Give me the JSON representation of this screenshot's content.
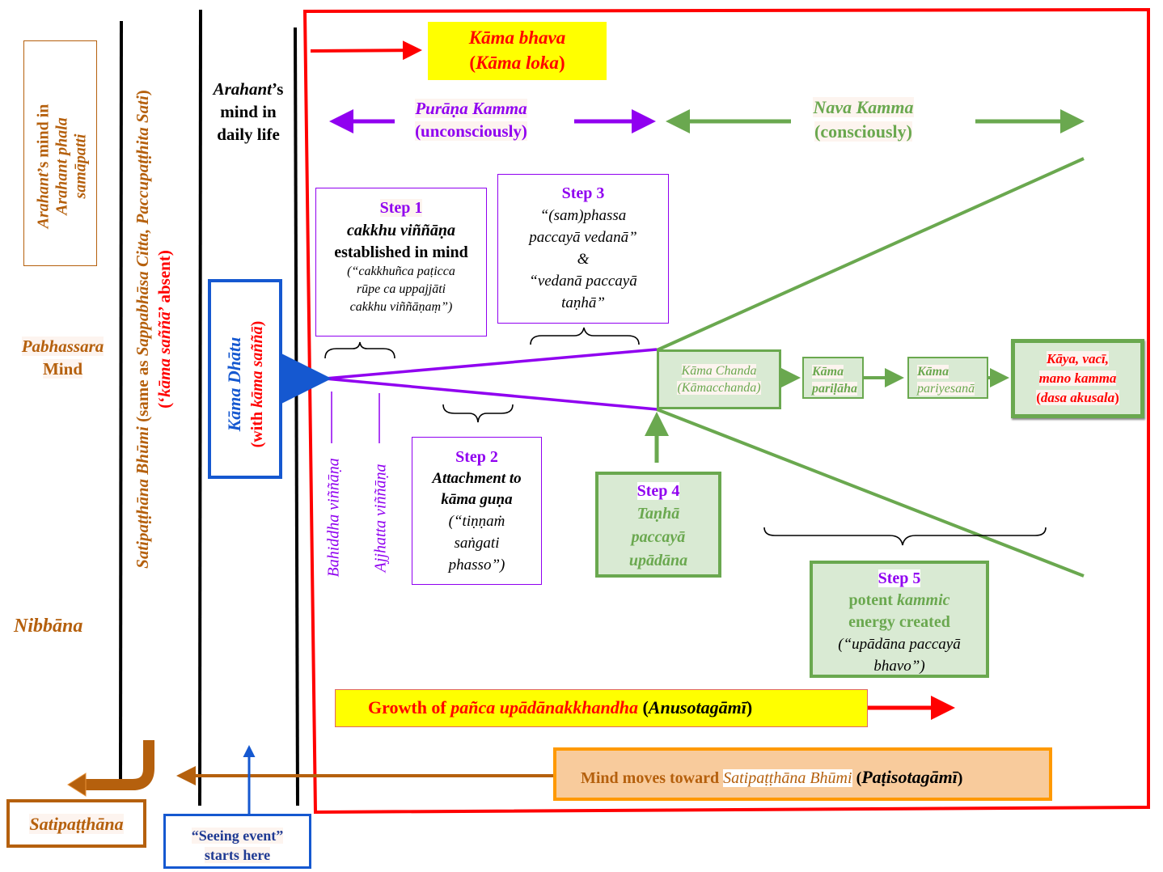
{
  "columns": {
    "arahant_phala": {
      "line1_italic": "Arahant",
      "line1_rest": "’s mind in",
      "line2": "Arahant phala",
      "line3": "samāpatti"
    },
    "pabhassara": {
      "word1": "Pabhassara",
      "word2": "Mind"
    },
    "nibbana": "Nibbāna",
    "satipatthana_bhumi": {
      "main_italic": "Satipaṭṭhāna Bhūmi",
      "main_rest_1": " (same as ",
      "main_italic_2": "Sappabhāsa Citta, Paccupaṭṭhita Sati",
      "main_rest_2": ")",
      "sub_open": "(‘",
      "sub_italic": "kāma saññā",
      "sub_close": "’ absent)"
    },
    "arahant_daily": {
      "italic": "Arahant",
      "rest": "’s",
      "line2": "mind in",
      "line3": "daily life"
    },
    "kama_dhatu": {
      "title": "Kāma Dhātu",
      "sub_open": "(with ",
      "sub_italic": "kāma saññā",
      "sub_close": ")"
    }
  },
  "header": {
    "kama_bhava": {
      "line1": "Kāma bhava",
      "line2_open": "(",
      "line2_italic": "Kāma loka",
      "line2_close": ")"
    },
    "purana_kamma": {
      "title": "Purāṇa Kamma",
      "sub": "(unconsciously)"
    },
    "nava_kamma": {
      "title": "Nava Kamma",
      "sub": "(consciously)"
    }
  },
  "steps": {
    "step1": {
      "label": "Step 1",
      "italic": "cakkhu viññāṇa",
      "line2": "established in mind",
      "quote": [
        "(“cakkhuñca paṭicca",
        "rūpe ca uppajjāti",
        "cakkhu viññāṇaṃ”)"
      ]
    },
    "step2": {
      "label": "Step 2",
      "line1": "Attachment to",
      "line2": "kāma guṇa",
      "quote": [
        "(“tiṇṇaṁ",
        "saṅgati",
        "phasso”)"
      ]
    },
    "step3": {
      "label": "Step 3",
      "lines": [
        "“(sam)phassa",
        "paccayā vedanā”",
        "&",
        "“vedanā paccayā",
        "taṇhā”"
      ]
    },
    "step4": {
      "label": "Step 4",
      "lines": [
        "Taṇhā",
        "paccayā",
        "upādāna"
      ]
    },
    "step5": {
      "label": "Step 5",
      "line1_plain": "potent ",
      "line1_italic": "kammic",
      "line2": "energy created",
      "quote": [
        "(“upādāna paccayā",
        "bhavo”)"
      ]
    }
  },
  "vinnana": {
    "bahiddha": "Bahiddha viññāṇa",
    "ajjhatta": "Ajjhatta viññāṇa"
  },
  "chain": {
    "kama_chanda": {
      "line1": "Kāma Chanda",
      "line2": "(Kāmacchanda)"
    },
    "kama_parilaha": {
      "line1": "Kāma",
      "line2": "pariḷāha"
    },
    "kama_pariyesana": {
      "line1": "Kāma",
      "line2": "pariyesanā"
    },
    "kamma": {
      "line1": "Kāya, vacī,",
      "line2": "mano kamma",
      "line3_open": "(",
      "line3_italic": "dasa akusala",
      "line3_close": ")"
    }
  },
  "bottom": {
    "growth": {
      "plain": "Growth of ",
      "italic": "pañca upādānakkhandha",
      "open": " (",
      "italic2": "Anusotagāmī",
      "close": ")"
    },
    "mind_moves": {
      "plain": "Mind moves toward ",
      "italic": "Satipaṭṭhāna Bhūmi",
      "open": " (",
      "italic2": "Paṭisotagāmī",
      "close": ")"
    },
    "satipatthana": "Satipaṭṭhāna",
    "seeing_event": {
      "line1": "“Seeing event”",
      "line2": "starts here"
    }
  },
  "colors": {
    "red": "#ff0000",
    "purple": "#9000f0",
    "green": "#6aa84f",
    "green_fill": "#d9ead3",
    "brown": "#b5600d",
    "blue": "#1558d0",
    "yellow": "#ffff00",
    "orange_fill": "#f8cb9c",
    "orange_border": "#ff9900"
  }
}
